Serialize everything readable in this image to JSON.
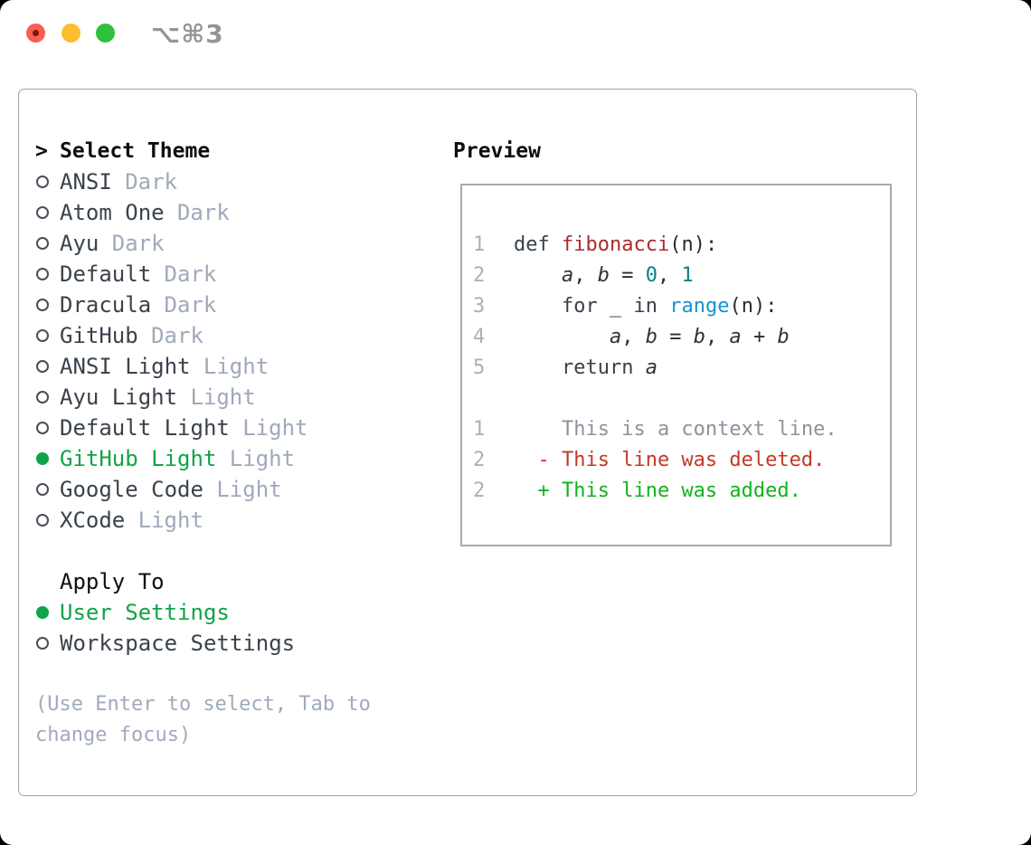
{
  "window": {
    "shortcut": "⌥⌘3"
  },
  "theme_picker": {
    "prefix": ">",
    "title": "Select Theme",
    "themes": [
      {
        "name": "ANSI",
        "variant": "Dark",
        "selected": false
      },
      {
        "name": "Atom One",
        "variant": "Dark",
        "selected": false
      },
      {
        "name": "Ayu",
        "variant": "Dark",
        "selected": false
      },
      {
        "name": "Default",
        "variant": "Dark",
        "selected": false
      },
      {
        "name": "Dracula",
        "variant": "Dark",
        "selected": false
      },
      {
        "name": "GitHub",
        "variant": "Dark",
        "selected": false
      },
      {
        "name": "ANSI Light",
        "variant": "Light",
        "selected": false
      },
      {
        "name": "Ayu Light",
        "variant": "Light",
        "selected": false
      },
      {
        "name": "Default Light",
        "variant": "Light",
        "selected": false
      },
      {
        "name": "GitHub Light",
        "variant": "Light",
        "selected": true
      },
      {
        "name": "Google Code",
        "variant": "Light",
        "selected": false
      },
      {
        "name": "XCode",
        "variant": "Light",
        "selected": false
      }
    ],
    "apply_to": {
      "title": "Apply To",
      "options": [
        {
          "label": "User Settings",
          "selected": true
        },
        {
          "label": "Workspace Settings",
          "selected": false
        }
      ]
    },
    "help_text": "(Use Enter to select, Tab to\nchange focus)"
  },
  "preview": {
    "title": "Preview",
    "code_lines": [
      {
        "num": "1",
        "tokens": [
          {
            "text": "def ",
            "type": "keyword"
          },
          {
            "text": "fibonacci",
            "type": "function"
          },
          {
            "text": "(n):",
            "type": "plain"
          }
        ]
      },
      {
        "num": "2",
        "tokens": [
          {
            "text": "    ",
            "type": "plain"
          },
          {
            "text": "a",
            "type": "variable"
          },
          {
            "text": ", ",
            "type": "plain"
          },
          {
            "text": "b",
            "type": "variable"
          },
          {
            "text": " = ",
            "type": "plain"
          },
          {
            "text": "0",
            "type": "number"
          },
          {
            "text": ", ",
            "type": "plain"
          },
          {
            "text": "1",
            "type": "number"
          }
        ]
      },
      {
        "num": "3",
        "tokens": [
          {
            "text": "    ",
            "type": "plain"
          },
          {
            "text": "for",
            "type": "keyword"
          },
          {
            "text": " _ ",
            "type": "plain"
          },
          {
            "text": "in",
            "type": "keyword"
          },
          {
            "text": " ",
            "type": "plain"
          },
          {
            "text": "range",
            "type": "builtin"
          },
          {
            "text": "(n):",
            "type": "plain"
          }
        ]
      },
      {
        "num": "4",
        "tokens": [
          {
            "text": "        ",
            "type": "plain"
          },
          {
            "text": "a",
            "type": "variable"
          },
          {
            "text": ", ",
            "type": "plain"
          },
          {
            "text": "b",
            "type": "variable"
          },
          {
            "text": " = ",
            "type": "plain"
          },
          {
            "text": "b",
            "type": "variable"
          },
          {
            "text": ", ",
            "type": "plain"
          },
          {
            "text": "a",
            "type": "variable"
          },
          {
            "text": " + ",
            "type": "plain"
          },
          {
            "text": "b",
            "type": "variable"
          }
        ]
      },
      {
        "num": "5",
        "tokens": [
          {
            "text": "    ",
            "type": "plain"
          },
          {
            "text": "return",
            "type": "keyword"
          },
          {
            "text": " ",
            "type": "plain"
          },
          {
            "text": "a",
            "type": "variable"
          }
        ]
      }
    ],
    "diff_lines": [
      {
        "num": "1",
        "text": "    This is a context line.",
        "type": "context"
      },
      {
        "num": "2",
        "text": "  - This line was deleted.",
        "type": "deleted"
      },
      {
        "num": "2",
        "text": "  + This line was added.",
        "type": "added"
      }
    ]
  },
  "colors": {
    "selected_green": "#0fa448",
    "diff_added_green": "#11b31c",
    "diff_deleted_red": "#c53823",
    "syntax_function_red": "#a92c2c",
    "syntax_number_teal": "#0b7e85",
    "syntax_builtin_blue": "#1593cf",
    "muted_gray": "#9fa9ba",
    "traffic_red": "#f85e52",
    "traffic_yellow": "#fcbd2f",
    "traffic_green": "#2ec13e"
  }
}
